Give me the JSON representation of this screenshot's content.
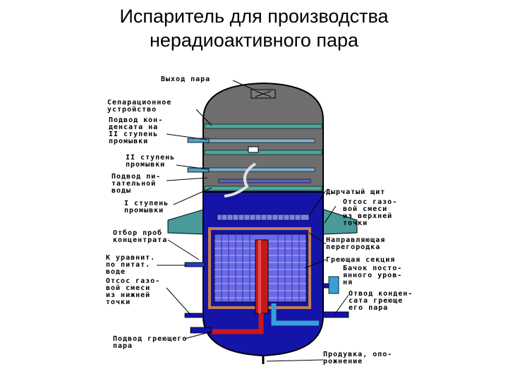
{
  "title": "Испаритель для производства\nнерадиоактивного пара",
  "labels": {
    "steam_outlet": "Выход пара",
    "separator": "Сепарационное\nустройство",
    "condensate_feed": "Подвод кон-\nденсата на\nII ступень\nпромывки",
    "wash_stage_2": "II ступень\nпромывки",
    "feed_water": "Подвод пи-\nтательной\nводы",
    "wash_stage_1": "I ступень\nпромывки",
    "sampling": "Отбор проб\nконцентрата",
    "level_gauge": "К уравнит.\nпо питат.\nводе",
    "gas_bottom": "Отсос газо-\nвой смеси\nиз нижней\nточки",
    "heating_steam": "Подвод греющего\nпара",
    "perforated_shield": "Дырчатый щит",
    "gas_top": "Отсос газо-\nвой смеси\nиз верхней\nточки",
    "guide_baffle": "Направляющая\nперегородка",
    "heating_section": "Греющая секция",
    "level_tank": "Бачок посто-\nянного уров-\nня",
    "condensate_drain": "Отвод конден-\nсата греюще\nего пара",
    "blowdown": "Продувка, опо-\nрожнение"
  },
  "colors": {
    "vessel_steam_space": "#6e6e6e",
    "vessel_water_space": "#1414a8",
    "vessel_outline": "#000000",
    "tube_bundle": "#6a6ae8",
    "guide_baffle": "#c08050",
    "central_pipe": "#c81818",
    "support_ring": "#4a9a9a",
    "wash_tray": "#4aa8a0"
  }
}
